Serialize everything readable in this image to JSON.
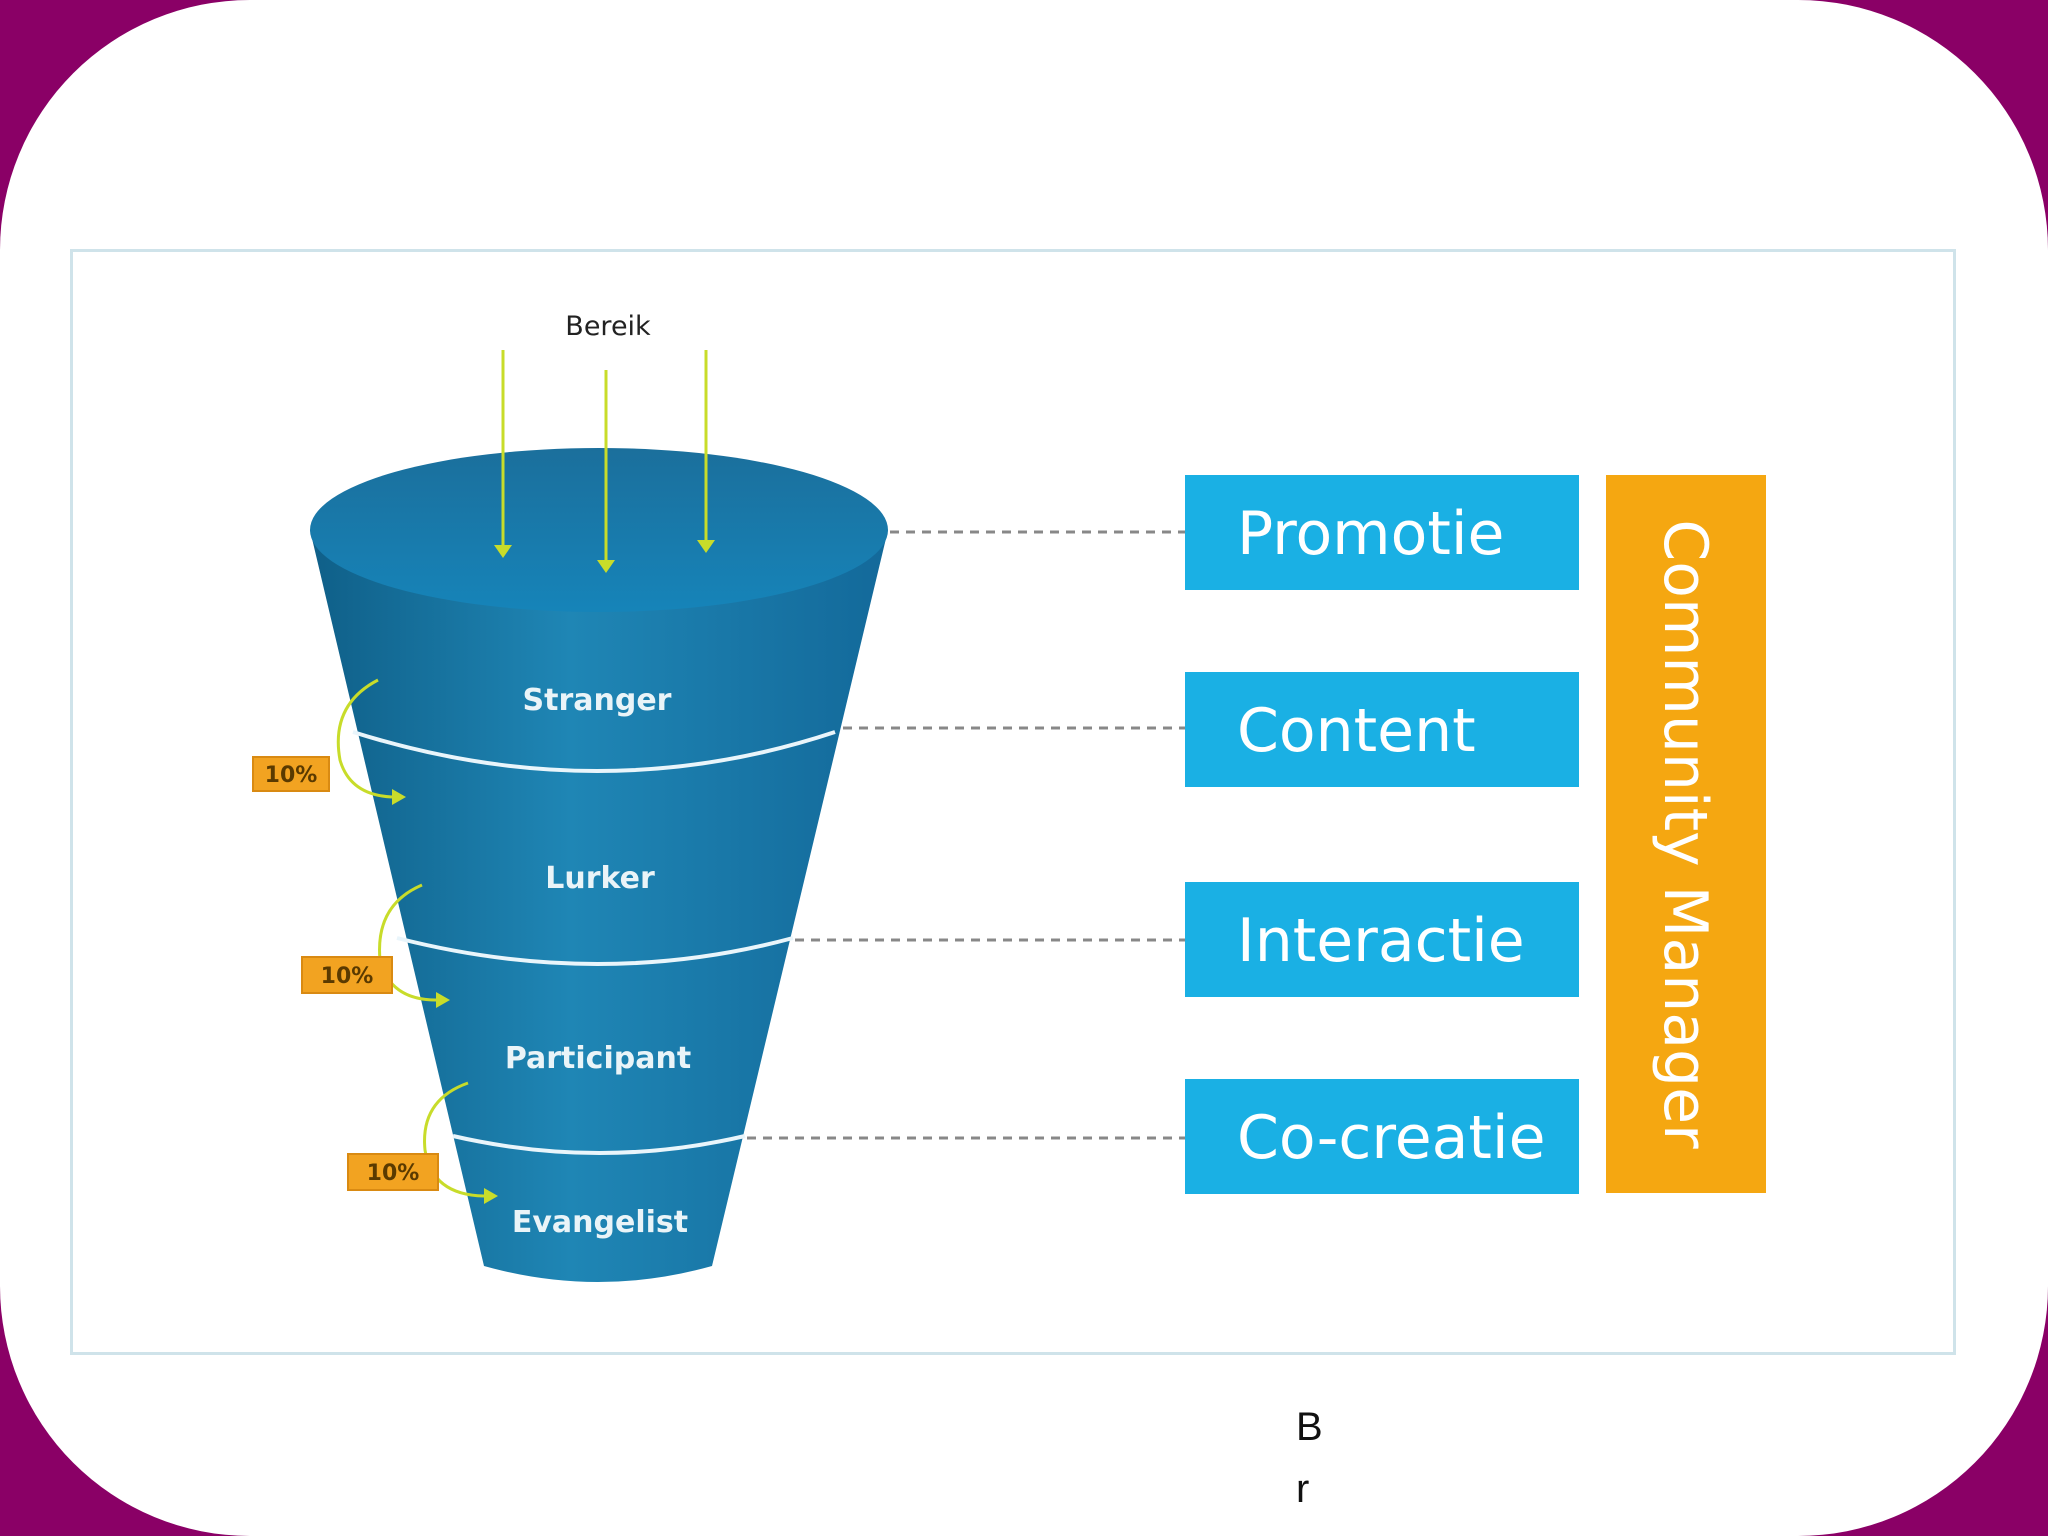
{
  "diagram": {
    "reach_label": "Bereik",
    "funnel_stages": [
      "Stranger",
      "Lurker",
      "Participant",
      "Evangelist"
    ],
    "conversion_labels": [
      "10%",
      "10%",
      "10%"
    ],
    "activities": [
      "Promotie",
      "Content",
      "Interactie",
      "Co-creatie"
    ],
    "manager_label": "Community Manager",
    "colors": {
      "funnel": "#1a7fae",
      "activity_box": "#1ab0e4",
      "manager_box": "#f5a711",
      "arrow": "#c8dc2a",
      "percent_box": "#f2a321"
    }
  },
  "caption": {
    "chars": [
      "B",
      "r"
    ]
  }
}
